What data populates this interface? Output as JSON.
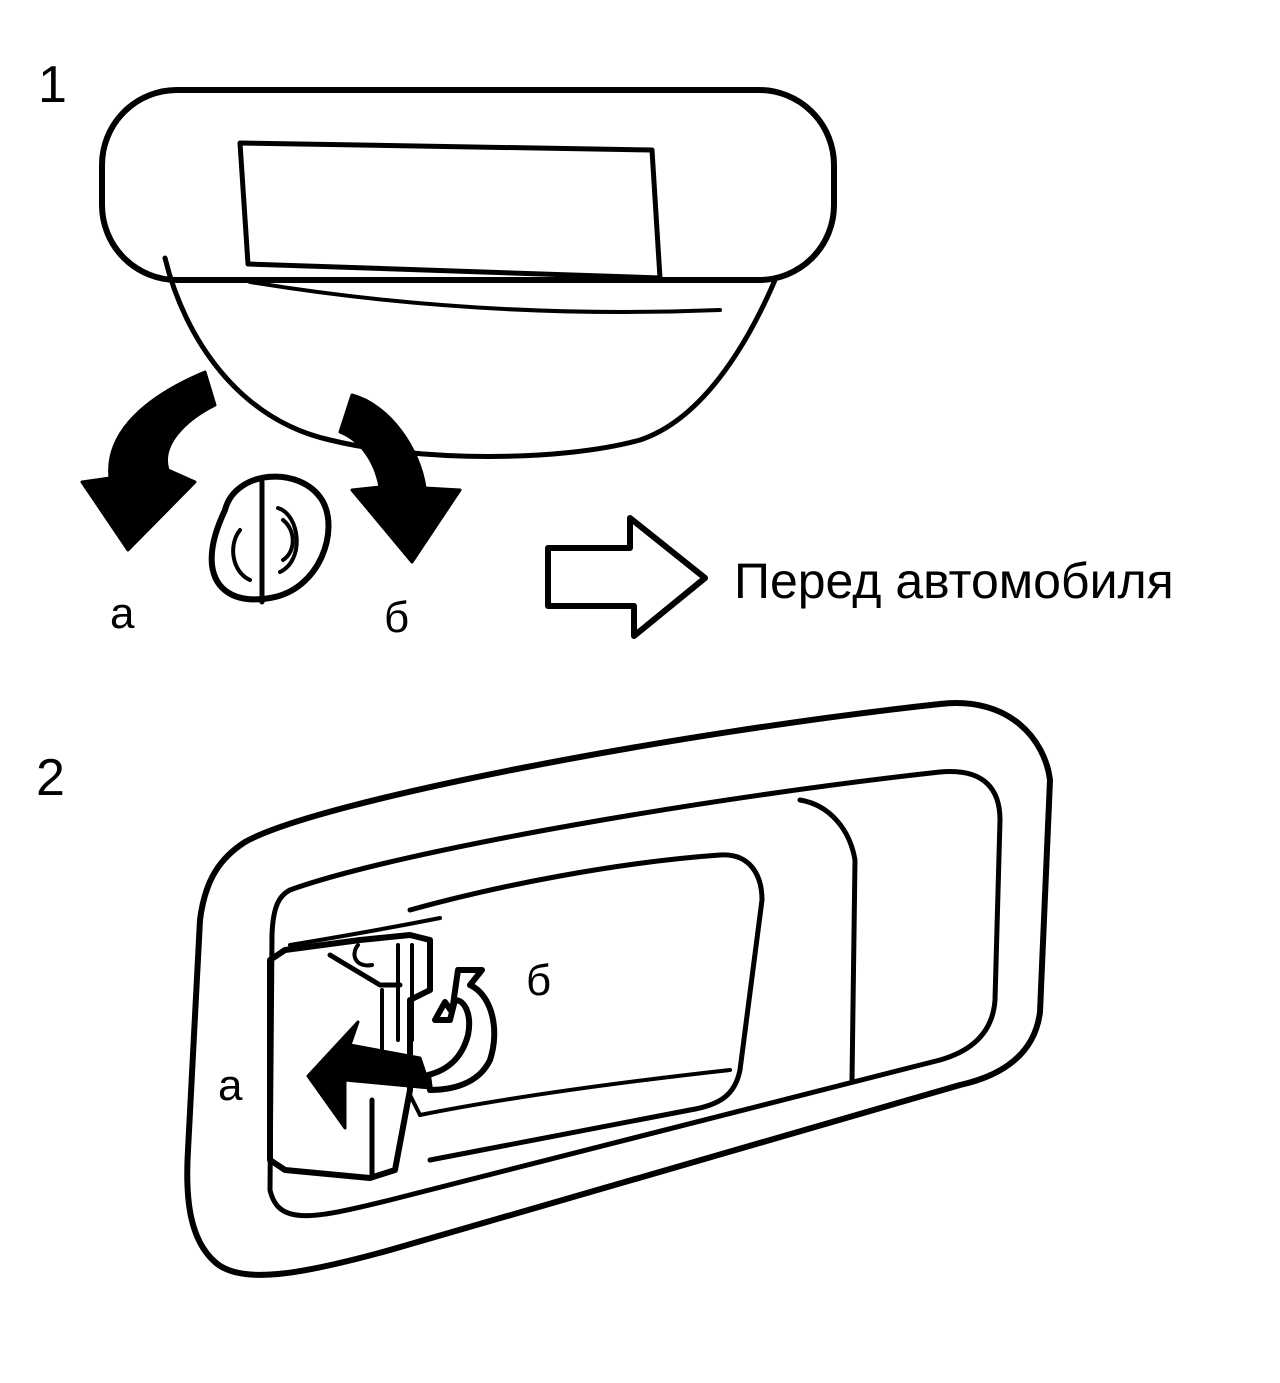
{
  "steps": [
    {
      "number": "1",
      "label_a": "а",
      "label_b": "б",
      "direction_label": "Перед автомобиля"
    },
    {
      "number": "2",
      "label_a": "а",
      "label_b": "б"
    }
  ],
  "colors": {
    "line": "#000000",
    "background": "#ffffff"
  }
}
